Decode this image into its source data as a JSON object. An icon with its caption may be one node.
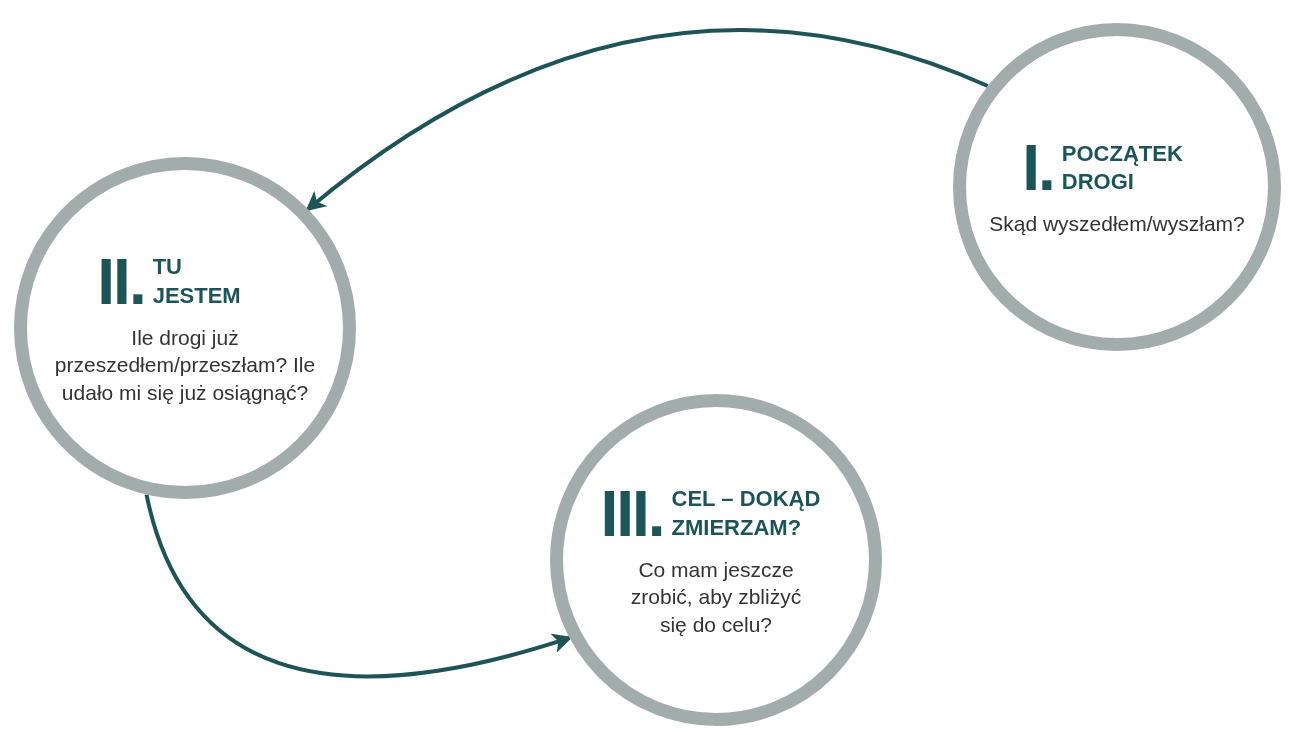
{
  "diagram": {
    "nodes": [
      {
        "text": [
          "I.",
          "POCZĄTEK DROGI",
          "Skąd wyszedłem/wyszłam?"
        ]
      },
      {
        "text": [
          "II.",
          "TU JESTEM",
          "Ile drogi już przeszedłem/przeszłam? Ile udało mi się już osiągnąć?"
        ]
      },
      {
        "text": [
          "III.",
          "CEL – DOKĄD ZMIERZAM?",
          "Co mam jeszcze zrobić, aby zbliżyć się do celu?"
        ]
      }
    ],
    "edges": [
      {
        "from": 0,
        "to": 1,
        "arrow": "to"
      },
      {
        "from": 1,
        "to": 2,
        "arrow": "to"
      }
    ]
  }
}
